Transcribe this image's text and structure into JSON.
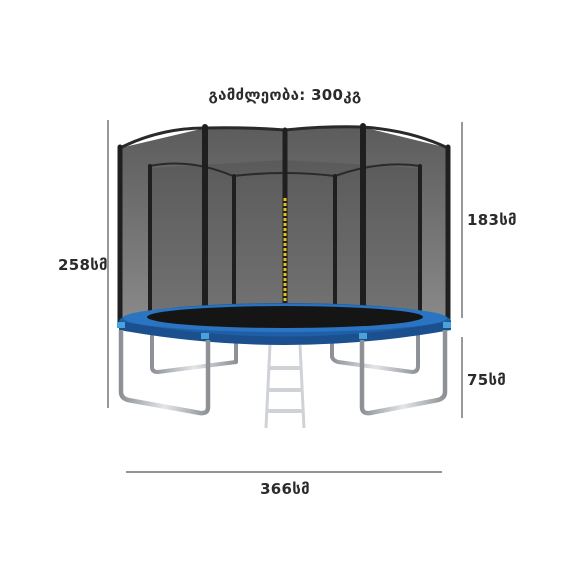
{
  "product": {
    "capacity_label": "გამძლეობა: 300კგ",
    "total_height_label": "258სმ",
    "net_height_label": "183სმ",
    "leg_height_label": "75სმ",
    "diameter_label": "366სმ"
  },
  "colors": {
    "frame_blue": "#1e5fa8",
    "net": "#3a3a3a",
    "steel": "#b8bcc0",
    "zipper": "#e6c21a"
  }
}
